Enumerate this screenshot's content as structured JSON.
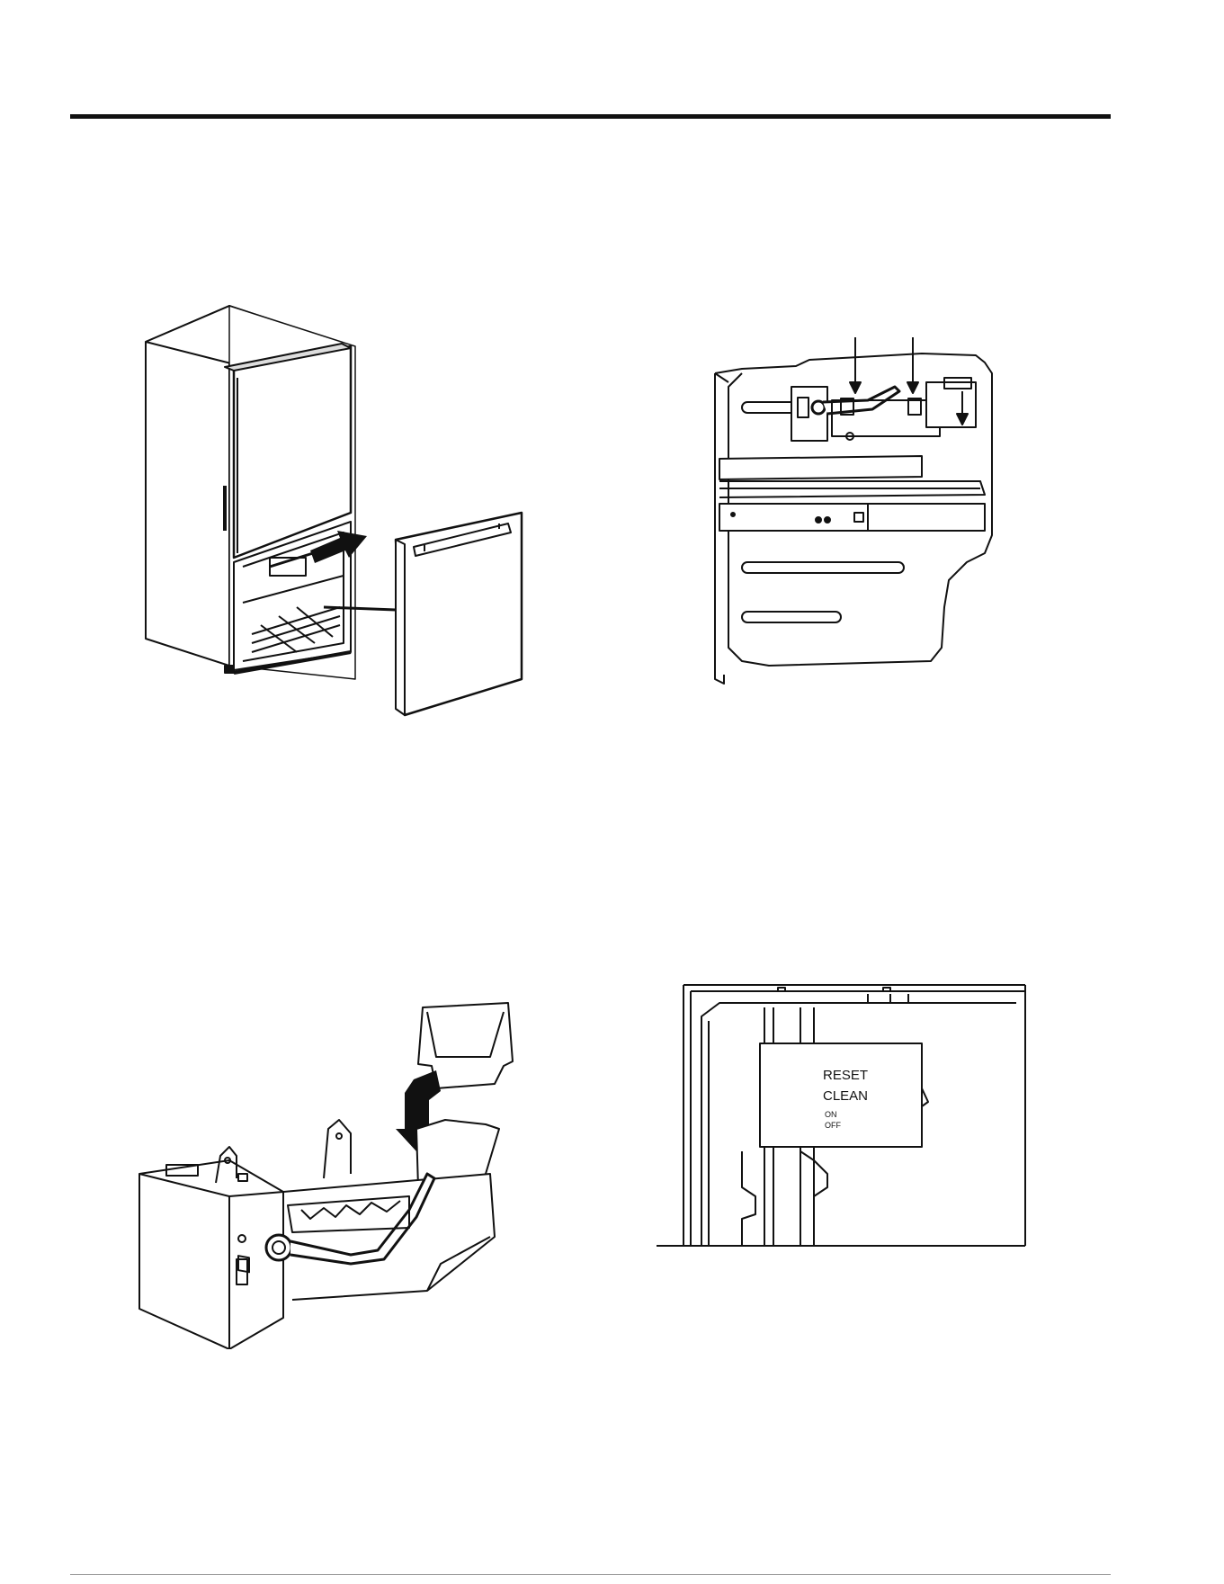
{
  "figures": {
    "fridge": {
      "name": "fridge-drawer-removal"
    },
    "compartment": {
      "name": "icemaker-compartment"
    },
    "icemaker": {
      "name": "icemaker-assembly"
    },
    "control_panel": {
      "name": "icemaker-control-panel",
      "labels": {
        "reset": "RESET",
        "clean": "CLEAN",
        "on": "ON",
        "off": "OFF"
      }
    }
  }
}
